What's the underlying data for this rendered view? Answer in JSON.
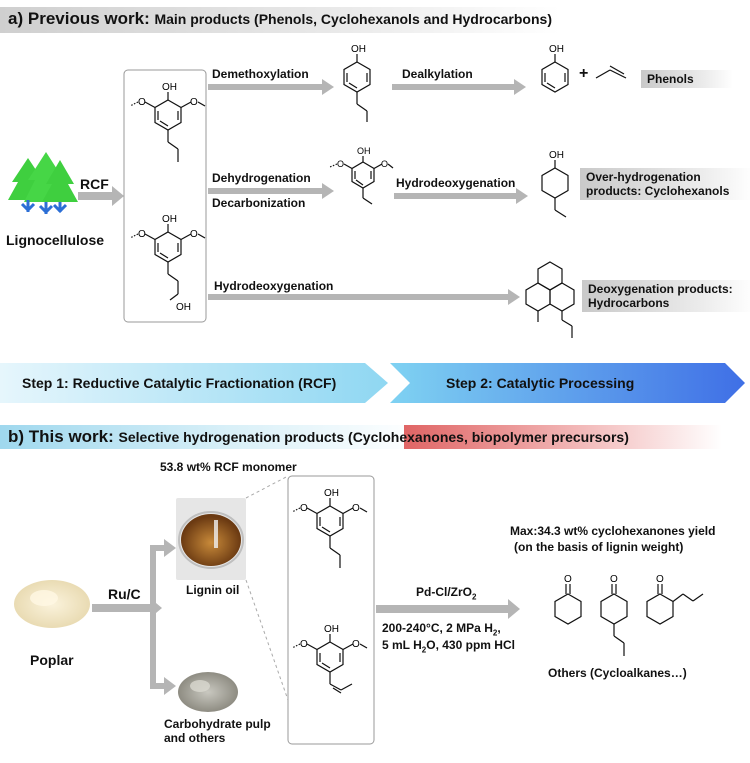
{
  "part_a": {
    "label": "a)",
    "title": "Previous work:",
    "subtitle": "Main products (Phenols, Cyclohexanols and Hydrocarbons)",
    "feedstock": "Lignocellulose",
    "rcf": "RCF",
    "arrows": {
      "demethoxylation": "Demethoxylation",
      "dealkylation": "Dealkylation",
      "dehydrogenation": "Dehydrogenation",
      "decarbonization": "Decarbonization",
      "hydrodeoxygenation_mid": "Hydrodeoxygenation",
      "hydrodeoxygenation_bottom": "Hydrodeoxygenation"
    },
    "plus": "+",
    "products": {
      "phenols": "Phenols",
      "cyclohexanols_line1": "Over-hydrogenation",
      "cyclohexanols_line2": "products: Cyclohexanols",
      "hydrocarbons_line1": "Deoxygenation products:",
      "hydrocarbons_line2": "Hydrocarbons"
    },
    "steps": {
      "step1": "Step 1: Reductive Catalytic Fractionation (RCF)",
      "step2": "Step 2: Catalytic Processing"
    }
  },
  "part_b": {
    "label": "b)",
    "title": "This work:",
    "subtitle_plain": "Selective hydrogenation products (",
    "subtitle_highlight": "Cyclohexanones, biopolymer precursors)",
    "monomer_yield": "53.8 wt% RCF monomer",
    "feedstock": "Poplar",
    "catalyst_rcf": "Ru/C",
    "lignin_oil": "Lignin oil",
    "pulp_line1": "Carbohydrate pulp",
    "pulp_line2": "and others",
    "catalyst": "Pd-Cl/ZrO",
    "catalyst_sub": "2",
    "conditions_line1_a": "200-240°C, 2 MPa H",
    "conditions_line1_sub": "2",
    "conditions_line1_b": ",",
    "conditions_line2_a": "5 mL H",
    "conditions_line2_sub": "2",
    "conditions_line2_b": "O, 430 ppm HCl",
    "max_yield_line1": "Max:34.3 wt% cyclohexanones yield",
    "max_yield_line2": "(on the basis of lignin weight)",
    "others": "Others (Cycloalkanes…)"
  },
  "atoms": {
    "oh": "OH",
    "o": "O"
  },
  "colors": {
    "arrow_gray": "#b5b5b5",
    "step1_blue": "#aee3f5",
    "step2_blue": "#4f7fe8",
    "header_pink": "#e06565",
    "tree_green": "#3fcf3f",
    "tree_blue": "#2c6fd6"
  }
}
